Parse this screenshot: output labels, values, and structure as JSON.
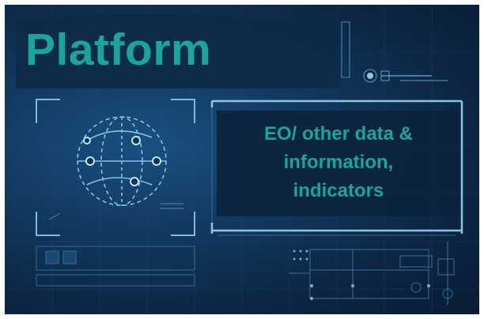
{
  "title": "Platform",
  "info_lines": [
    "EO/ other data &",
    "information,",
    "indicators"
  ],
  "colors": {
    "accent_text": "#1aa59b",
    "background": "#0f3357",
    "line_glow": "#7cc7f0"
  }
}
